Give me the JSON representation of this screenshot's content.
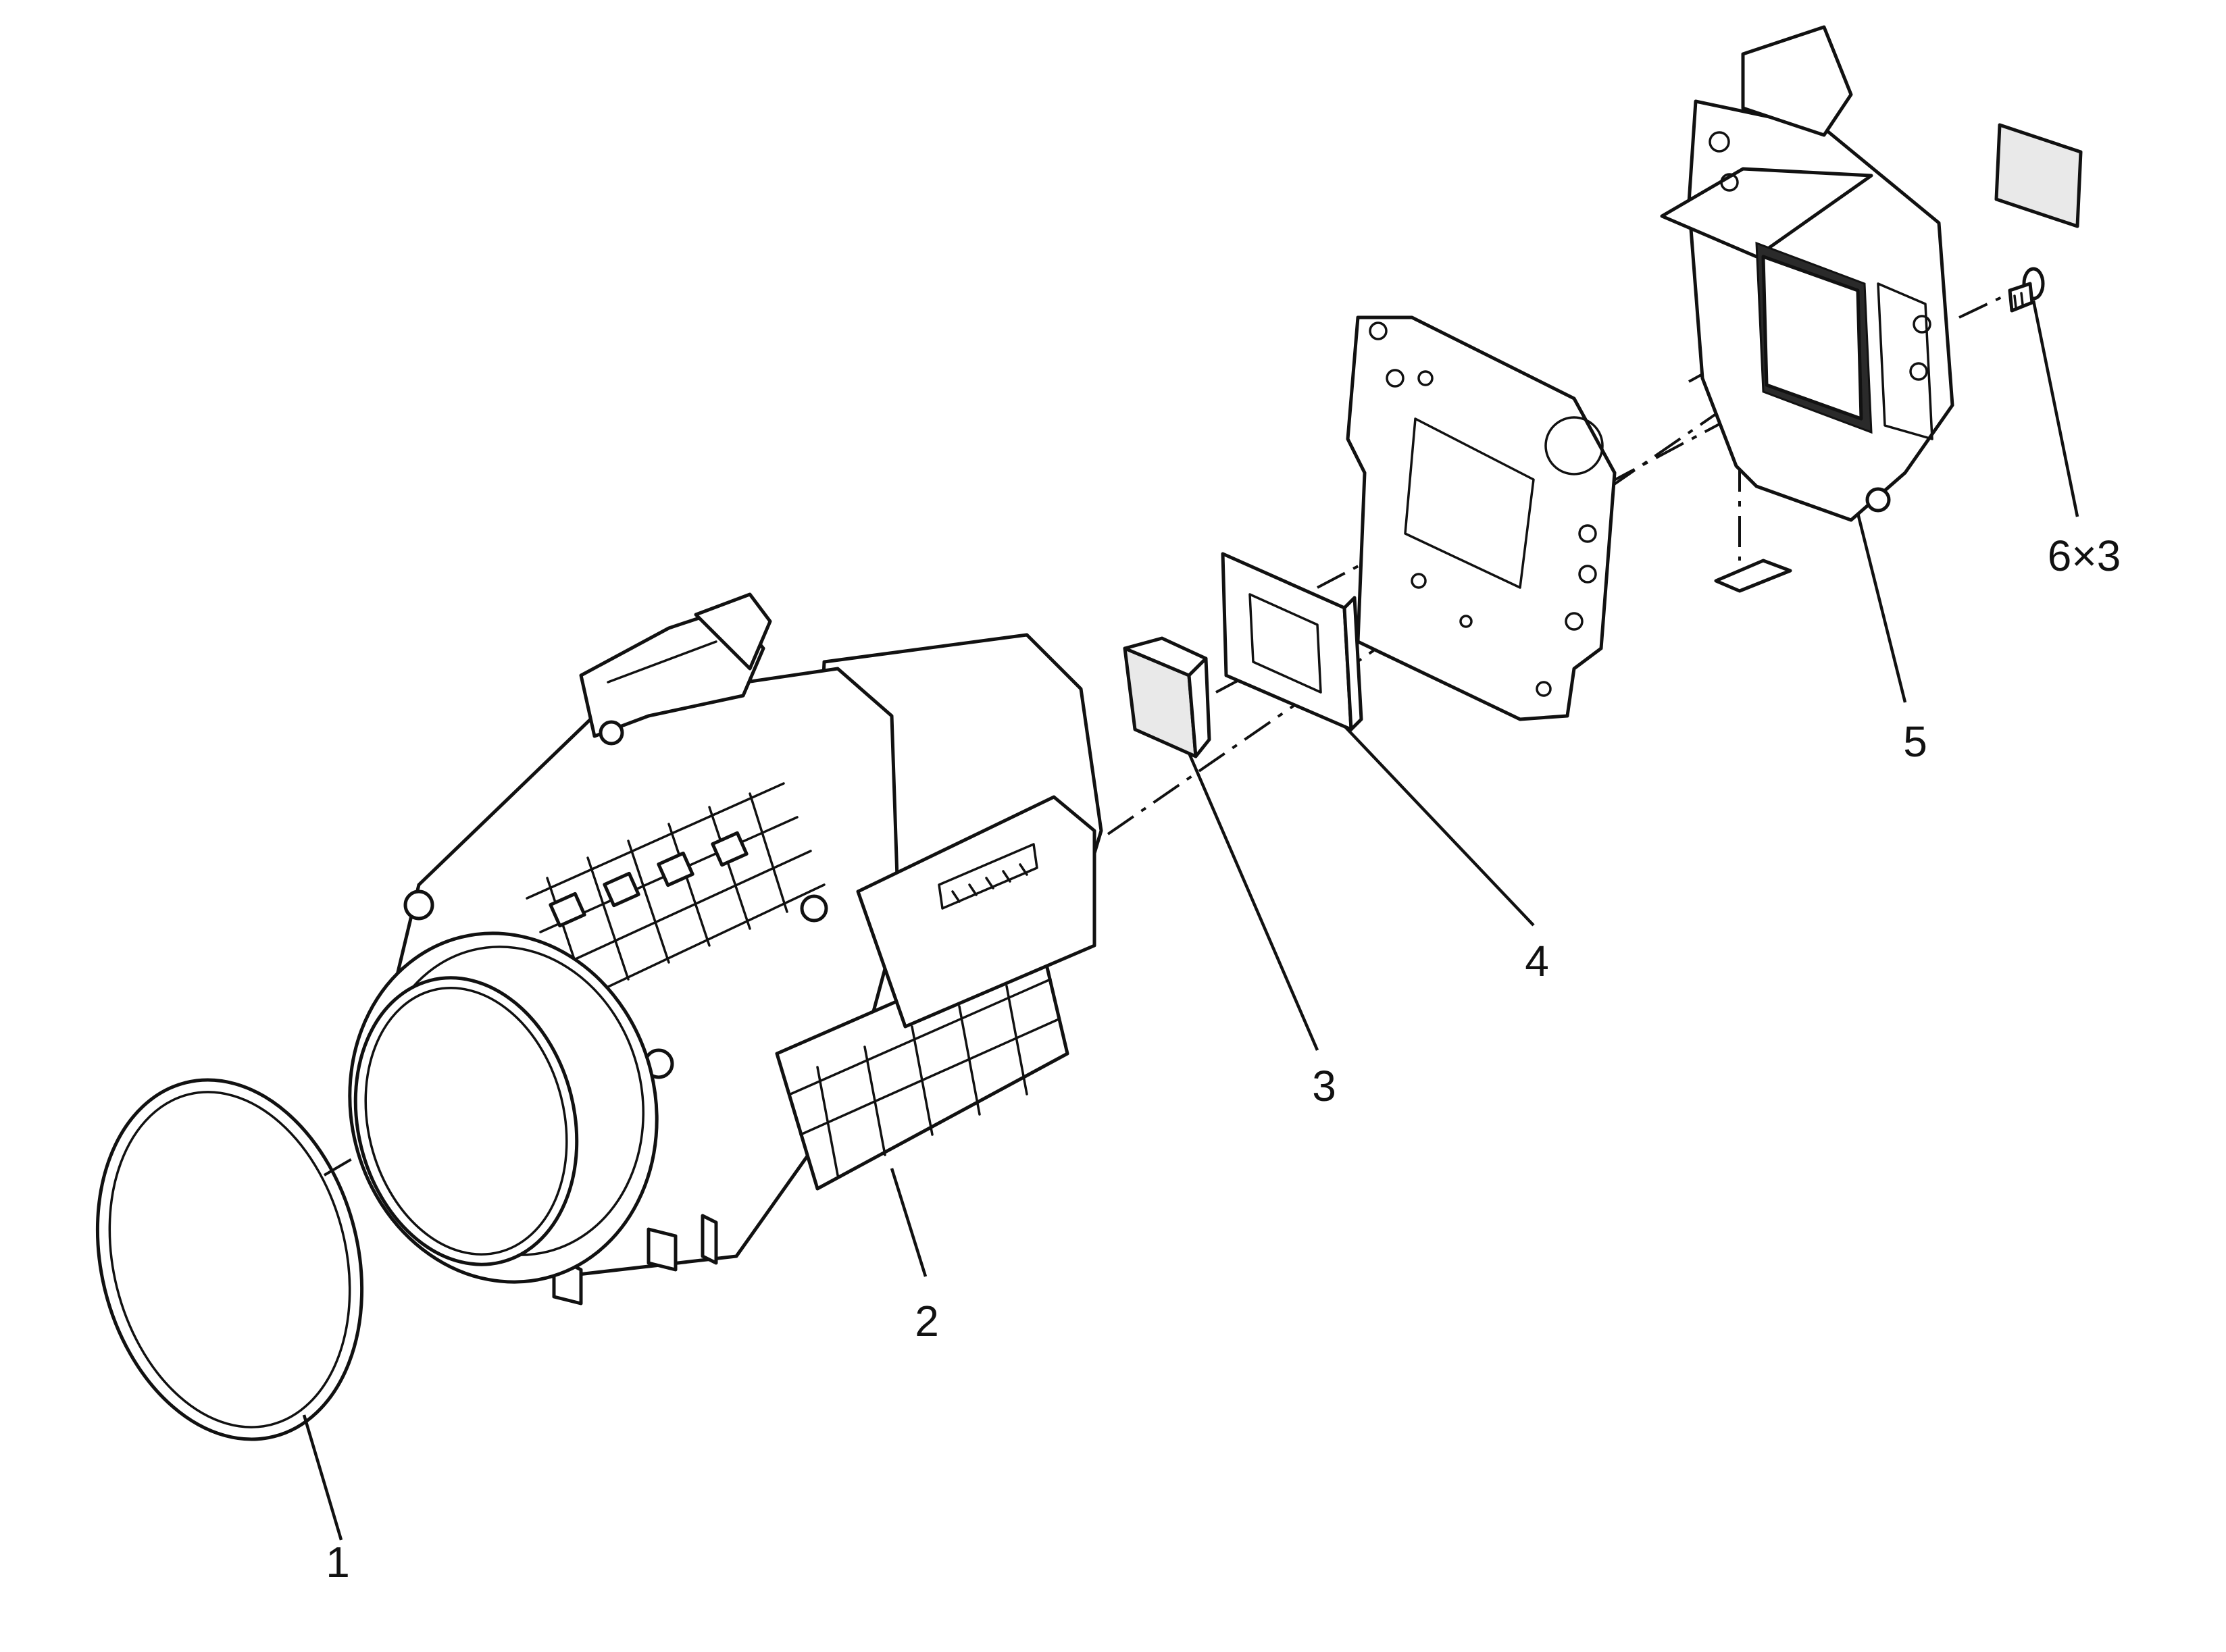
{
  "callouts": {
    "part_1": "1",
    "part_2": "2",
    "part_3": "3",
    "part_4": "4",
    "part_5": "5",
    "part_6": "6×3"
  },
  "colors": {
    "line": "#111111",
    "background": "#ffffff",
    "shade": "#e9e9e9"
  }
}
